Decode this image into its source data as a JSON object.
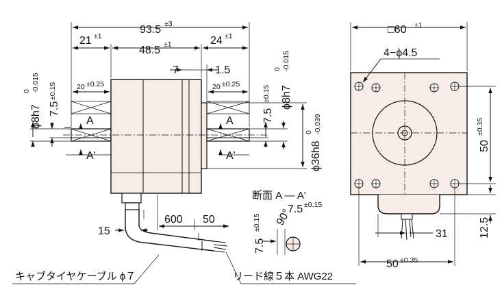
{
  "dimensions": {
    "overall_length": "93.5",
    "overall_length_tol": "±3",
    "front_shaft": "21",
    "front_shaft_tol": "±1",
    "body_length": "48.5",
    "body_length_tol": "±1",
    "rear_shaft": "24",
    "rear_shaft_tol": "±1",
    "gap_a": "7",
    "gap_b": "1.5",
    "flat_length_left": "20",
    "flat_length_left_tol": "±0.25",
    "flat_length_right": "20",
    "flat_length_right_tol": "±0.25",
    "shaft_diameter_left": "ϕ8h7",
    "shaft_diameter_left_tol_top": "0",
    "shaft_diameter_left_tol_bottom": "-0.015",
    "flat_depth_left": "7.5",
    "flat_depth_left_tol": "±0.15",
    "flat_depth_right": "7.5",
    "flat_depth_right_tol": "±0.15",
    "shaft_diameter_right": "ϕ8h7",
    "shaft_diameter_right_tol_top": "0",
    "shaft_diameter_right_tol_bottom": "-0.015",
    "pilot_diameter": "ϕ36h8",
    "pilot_diameter_tol_top": "0",
    "pilot_diameter_tol_bottom": "-0.039",
    "cable_offset": "15",
    "cable_length": "600",
    "cable_strip": "50",
    "square_size": "□60",
    "square_size_tol": "±1",
    "mounting_holes": "4−ϕ4.5",
    "hole_pitch_vertical": "50",
    "hole_pitch_vertical_tol": "±0.35",
    "hole_pitch_horizontal": "50",
    "hole_pitch_horizontal_tol": "±0.35",
    "boss_height": "12.5",
    "cable_position": "31"
  },
  "labels": {
    "section_a": "A",
    "section_a_prime": "A'",
    "section_title": "断面 A ― A'",
    "section_angle": "90°",
    "section_flat": "7.5",
    "section_flat_tol": "±0.15",
    "section_height": "7.5",
    "section_height_tol": "±0.15",
    "cable_note": "キャブタイヤケーブル ϕ７",
    "lead_note": "リード線５本 AWG22"
  }
}
